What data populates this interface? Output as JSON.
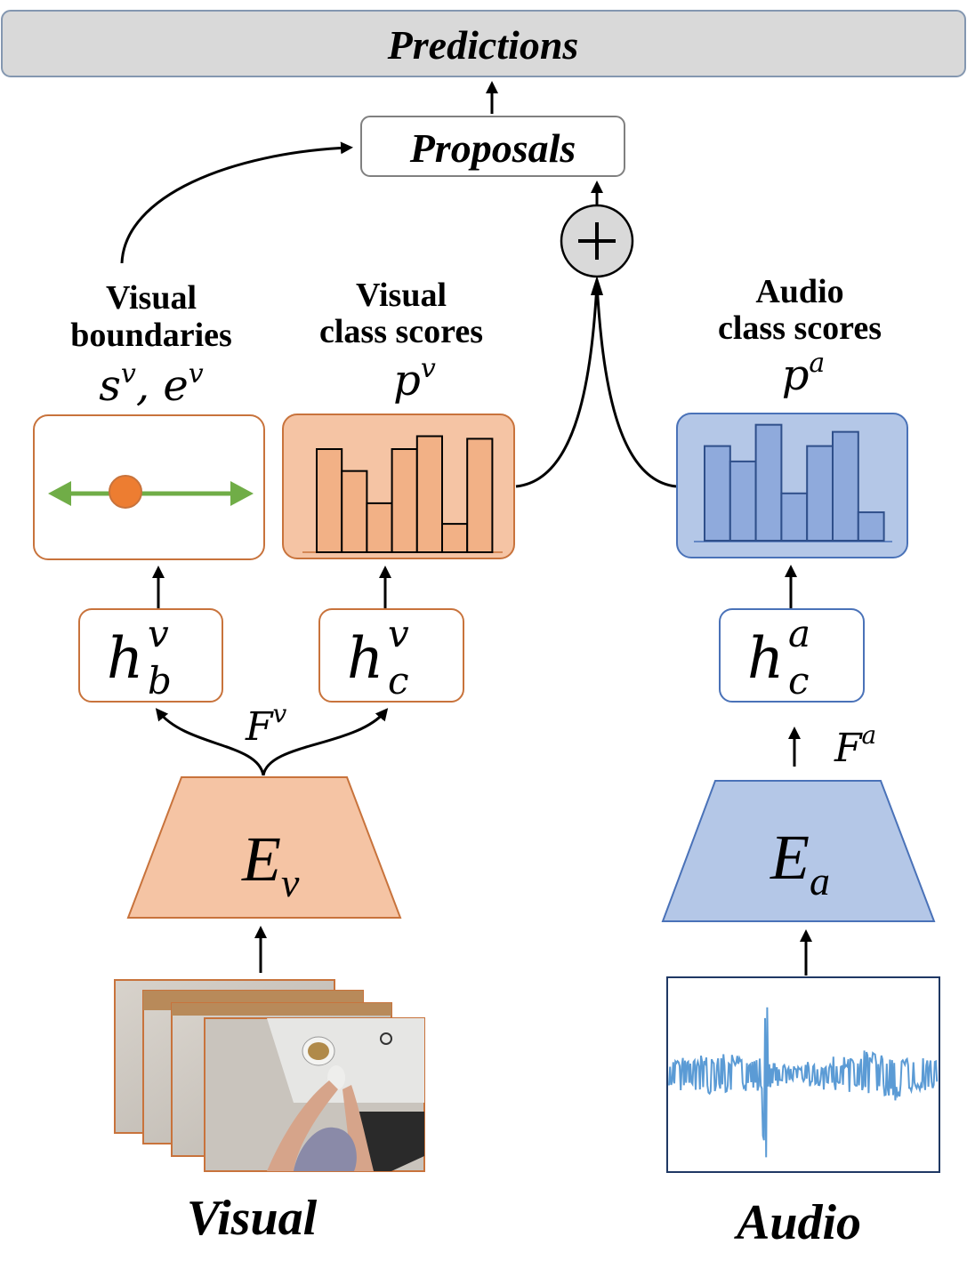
{
  "colors": {
    "orange_fill": "#f5c4a4",
    "orange_stroke": "#c8733c",
    "orange_bar": "#f2b186",
    "orange_dot": "#ed7d31",
    "blue_fill": "#b4c7e7",
    "blue_stroke": "#4a72b8",
    "blue_bar": "#8faadc",
    "green_arrow": "#70ad47",
    "gray_box": "#d9d9d9",
    "plus_fill": "#d9d9d9",
    "wave": "#5b9bd5"
  },
  "top": {
    "predictions": "Predictions",
    "proposals": "Proposals"
  },
  "visual_branch": {
    "boundaries_title_1": "Visual",
    "boundaries_title_2": "boundaries",
    "boundaries_symbol_s": "s",
    "boundaries_symbol_sep": ", ",
    "boundaries_symbol_e": "e",
    "boundaries_sup": "v",
    "class_title_1": "Visual",
    "class_title_2": "class scores",
    "class_symbol": "p",
    "class_sup": "v",
    "head_b": "h",
    "head_b_sup": "v",
    "head_b_sub": "b",
    "head_c": "h",
    "head_c_sup": "v",
    "head_c_sub": "c",
    "feature": "F",
    "feature_sup": "v",
    "encoder": "E",
    "encoder_sub": "v",
    "input_label": "Visual",
    "bar_values": [
      0.8,
      0.63,
      0.38,
      0.8,
      0.9,
      0.22,
      0.88
    ]
  },
  "audio_branch": {
    "class_title_1": "Audio",
    "class_title_2": "class scores",
    "class_symbol": "p",
    "class_sup": "a",
    "head": "h",
    "head_sup": "a",
    "head_sub": "c",
    "feature": "F",
    "feature_sup": "a",
    "encoder": "E",
    "encoder_sub": "a",
    "input_label": "Audio",
    "bar_values": [
      0.8,
      0.67,
      0.98,
      0.4,
      0.8,
      0.92,
      0.24
    ]
  },
  "fusion": {
    "plus_icon": "plus-circle-icon"
  }
}
